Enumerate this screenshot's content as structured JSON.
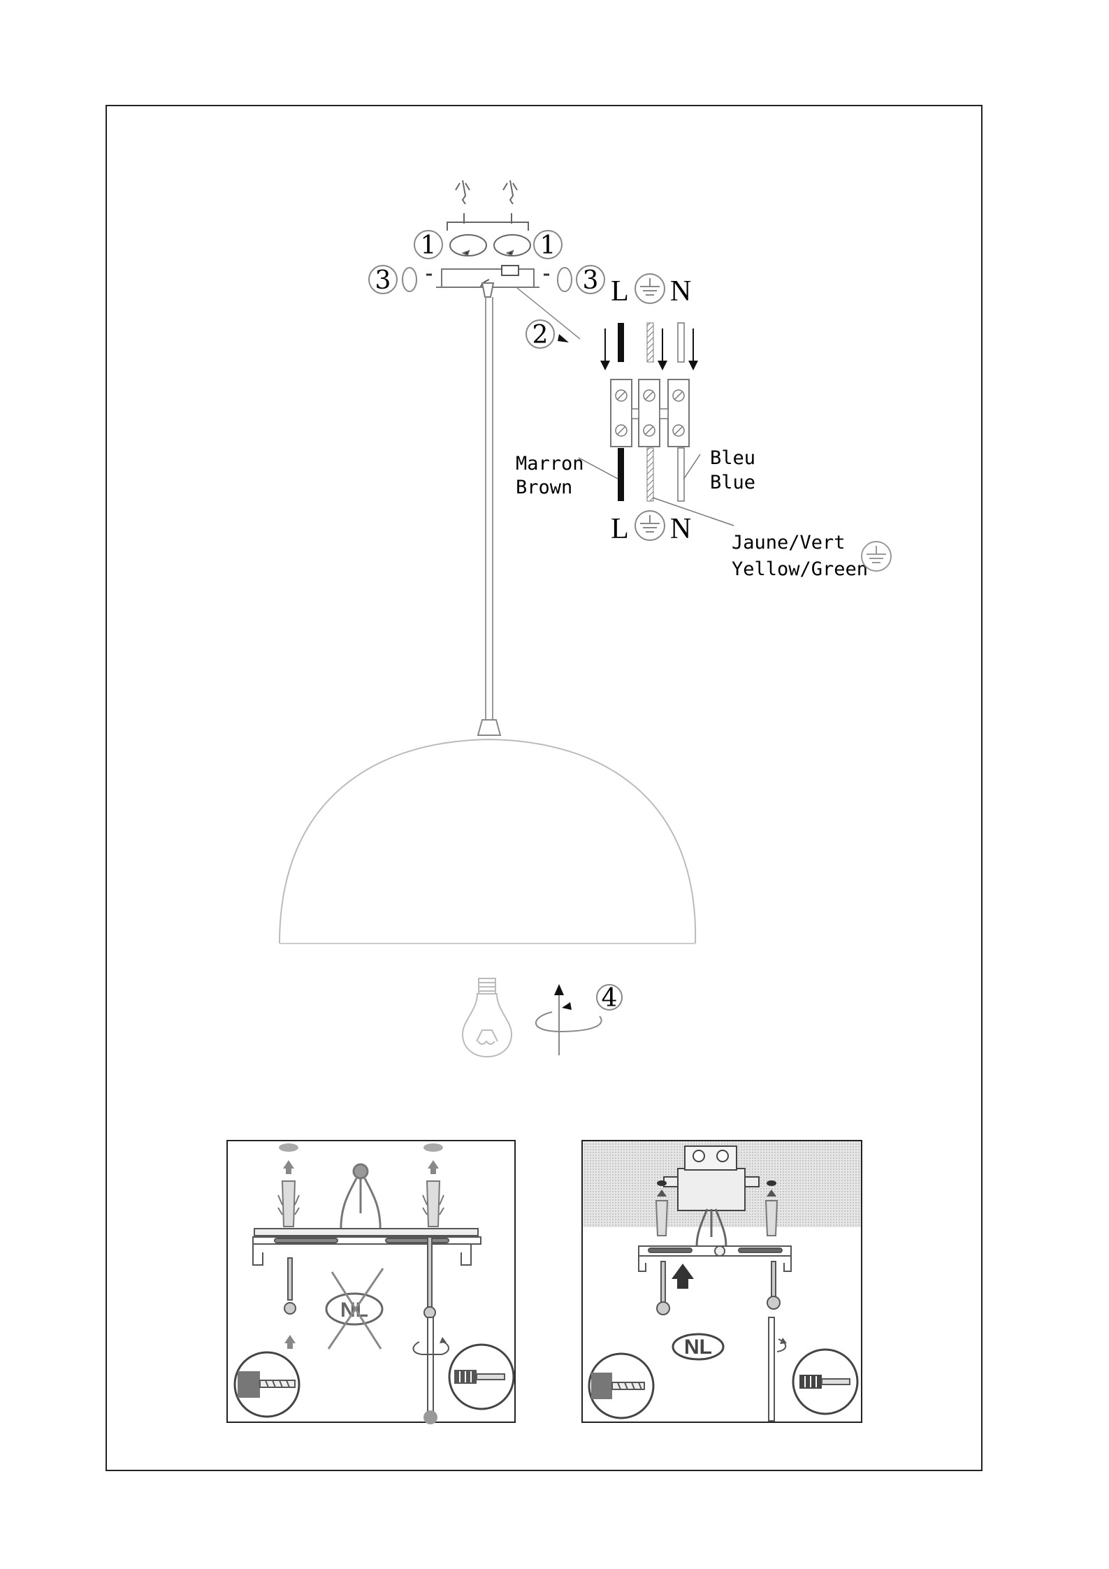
{
  "steps": {
    "step1_left": "1",
    "step1_right": "1",
    "step2": "2",
    "step3_left": "3",
    "step3_right": "3",
    "step4": "4"
  },
  "terminal_top": {
    "live": "L",
    "neutral": "N"
  },
  "terminal_bottom": {
    "live": "L",
    "neutral": "N"
  },
  "wires": {
    "brown_fr": "Marron",
    "brown_en": "Brown",
    "blue_fr": "Bleu",
    "blue_en": "Blue",
    "earth_fr": "Jaune/Vert",
    "earth_en": "Yellow/Green"
  },
  "panels": {
    "left_badge": "NL",
    "right_badge": "NL"
  },
  "icons": [
    "earth-symbol-icon",
    "screw-anchor-icon",
    "screwdriver-icon",
    "drill-icon",
    "light-bulb-icon",
    "rotate-arrow-icon"
  ]
}
